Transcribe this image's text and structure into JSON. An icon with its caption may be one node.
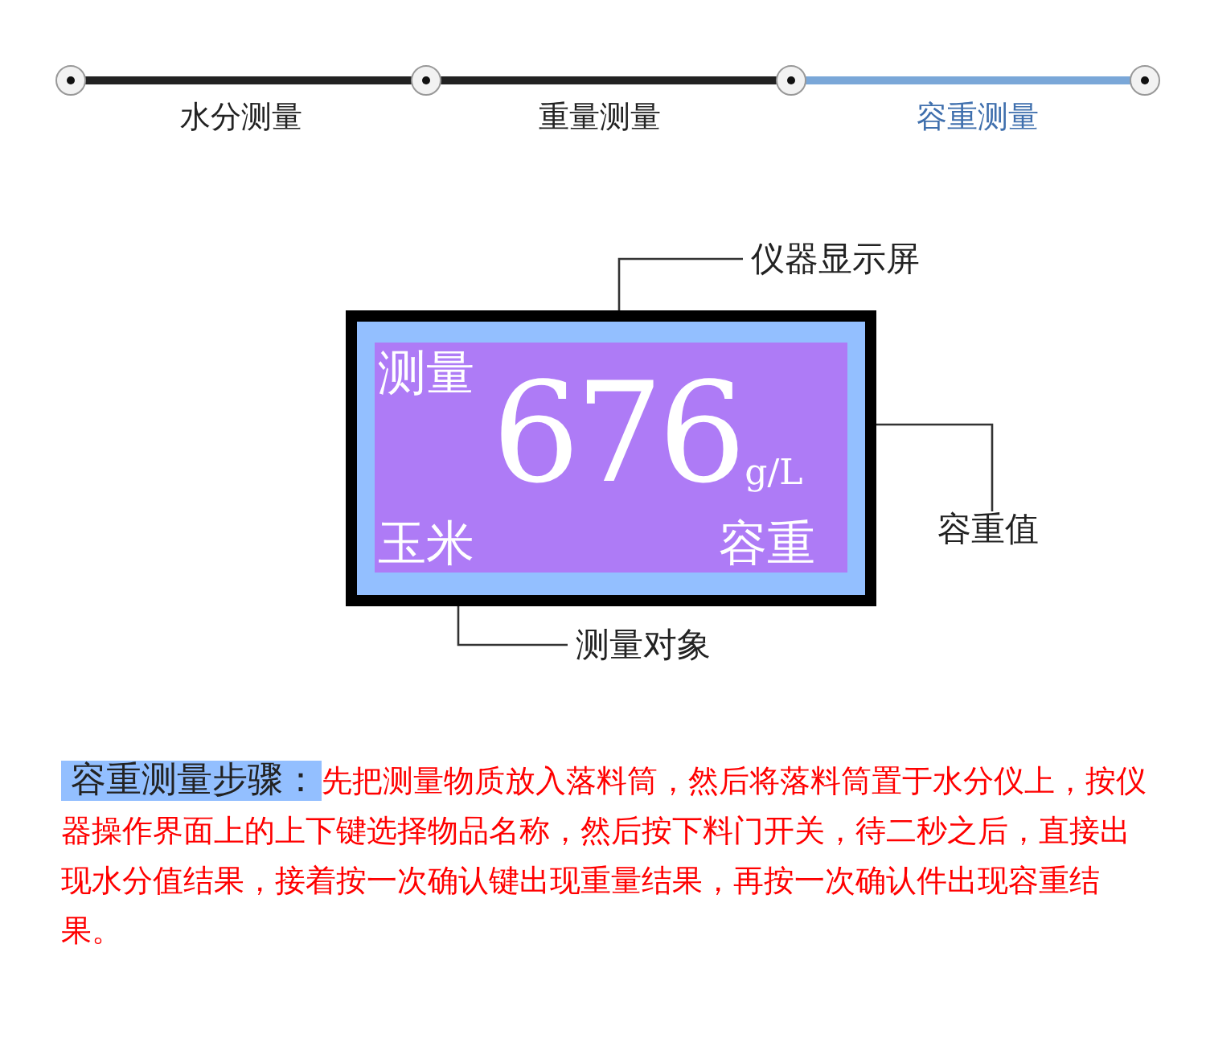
{
  "diagram": {
    "nodes": [
      {
        "text": [
          "仪器显示屏"
        ]
      },
      {
        "text": [],
        "shape": "box"
      },
      {
        "text": [
          "676",
          "g/L"
        ],
        "in": 1
      },
      {
        "text": [
          "玉米"
        ],
        "in": 1
      },
      {
        "text": [
          "容重值"
        ]
      },
      {
        "text": [
          "测量对象"
        ]
      }
    ],
    "edges": [
      {
        "from": 0,
        "to": 1,
        "arrow": "none"
      },
      {
        "from": 4,
        "to": 2,
        "arrow": "none"
      },
      {
        "from": 5,
        "to": 3,
        "arrow": "none"
      }
    ],
    "labels": [
      "水分测量",
      "重量测量",
      "容重测量",
      "测量",
      "容重",
      "容重测量步骤：",
      "先把测量物质放入落料筒，然后将落料筒置于水分仪上，按仪器操作界面上的上下键选择物品名称，然后按下料门开关，待二秒之后，直接出现水分值结果，接着按一次确认键出现重量结果，再按一次确认件出现容重结果。"
    ]
  }
}
